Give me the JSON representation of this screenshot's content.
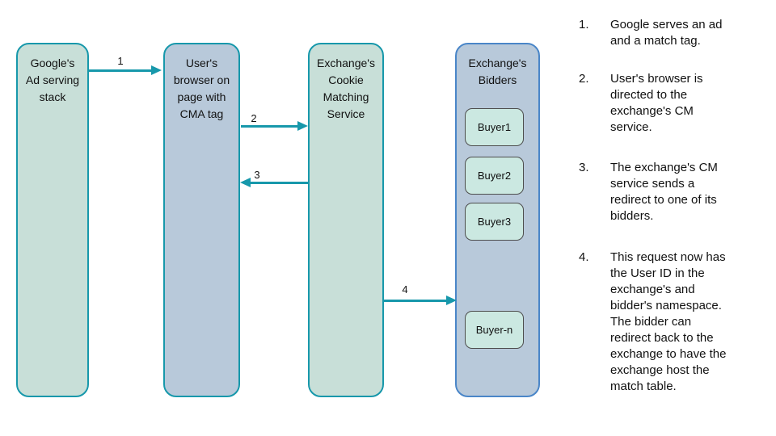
{
  "colors": {
    "teal": "#1798ab",
    "green_fill": "#c8dfd8",
    "blue_fill": "#b8c9da",
    "blue_border": "#4a86c8",
    "buyer_fill": "#cbe8e1",
    "buyer_border": "#4d4d4d",
    "text": "#111111"
  },
  "diagram": {
    "nodes": [
      {
        "label": "Google's\nAd serving\nstack"
      },
      {
        "label": "User's\nbrowser on\npage with\nCMA tag"
      },
      {
        "label": "Exchange's\nCookie\nMatching\nService"
      },
      {
        "label": "Exchange's\nBidders"
      }
    ],
    "buyers": [
      "Buyer1",
      "Buyer2",
      "Buyer3",
      "Buyer-n"
    ],
    "arrows": [
      {
        "label": "1"
      },
      {
        "label": "2"
      },
      {
        "label": "3"
      },
      {
        "label": "4"
      }
    ]
  },
  "steps": [
    {
      "num": "1.",
      "text": "Google serves an ad\nand a match tag."
    },
    {
      "num": "2.",
      "text": "User's browser is\ndirected to the\nexchange's CM\nservice."
    },
    {
      "num": "3.",
      "text": "The exchange's CM\nservice sends a\nredirect to one of its\nbidders."
    },
    {
      "num": "4.",
      "text": "This request now has\nthe User ID in the\nexchange's and\nbidder's namespace.\nThe bidder can\nredirect back to the\nexchange to have the\nexchange host the\nmatch table."
    }
  ]
}
